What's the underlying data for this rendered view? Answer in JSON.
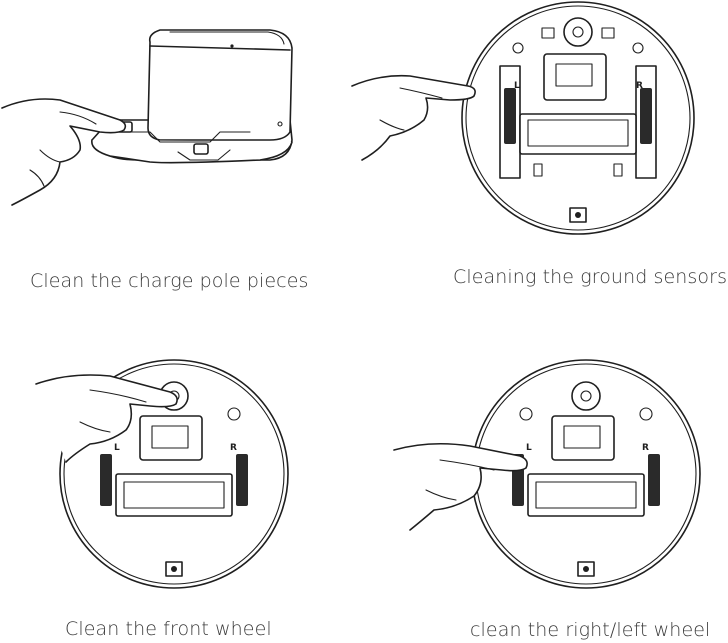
{
  "captions": {
    "charge_pole": "Clean the charge pole pieces",
    "ground_sensors": "Cleaning the ground sensors",
    "front_wheel": "Clean the front wheel",
    "side_wheel": "clean the right/left wheel"
  },
  "robot_labels": {
    "left": "L",
    "right": "R"
  }
}
